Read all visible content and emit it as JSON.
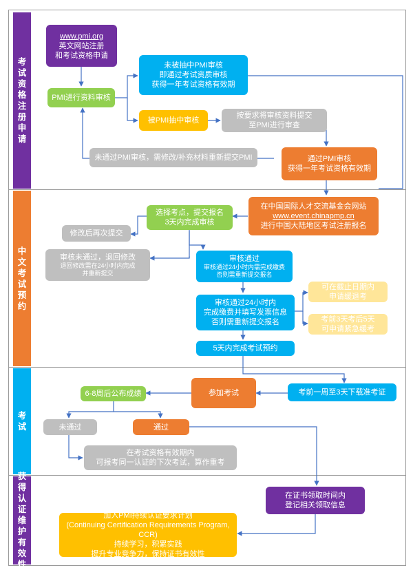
{
  "colors": {
    "purple": "#7030a0",
    "blue": "#00b0f0",
    "green": "#92d050",
    "yellow": "#ffc000",
    "gray": "#bfbfbf",
    "orange": "#ed7d31",
    "light_yellow": "#ffe699",
    "line": "#4472c4"
  },
  "bands": [
    {
      "label": "考试资格注册申请"
    },
    {
      "label": "中文考试预约"
    },
    {
      "label": "考试"
    },
    {
      "label": "获得认证维护有效性"
    }
  ],
  "nodes": {
    "pmi_org": {
      "line1": "www.pmi.org",
      "line2": "英文网站注册",
      "line3": "和考试资格申请"
    },
    "pmi_review": {
      "text": "PMI进行资料审核"
    },
    "not_audited": {
      "line1": "未被抽中PMI审核",
      "line2": "即通过考试资质审核",
      "line3": "获得一年考试资格有效期"
    },
    "audited": {
      "text": "被PMI抽中审核"
    },
    "submit_audit": {
      "line1": "按要求将审核资料提交",
      "line2": "至PMI进行审查"
    },
    "audit_failed": {
      "text": "未通过PMI审核，需修改/补充材料重新提交PMI"
    },
    "audit_passed": {
      "line1": "通过PMI审核",
      "line2": "获得一年考试资格有效期"
    },
    "register_cn": {
      "line1": "在中国国际人才交流基金会网站",
      "line2": "www.event.chinapmp.cn",
      "line3": "进行中国大陆地区考试注册报名"
    },
    "choose_site": {
      "line1": "选择考点，提交报名",
      "line2": "3天内完成审核"
    },
    "resubmit": {
      "text": "修改后再次提交"
    },
    "review_failed": {
      "line1": "审核未通过，退回修改",
      "line2": "退回修改需在24小时内完成",
      "line3": "并重新提交"
    },
    "review_passed": {
      "line1": "审核通过",
      "line2": "审核通过24小时内需完成缴费",
      "line3": "否则需重新提交报名"
    },
    "pay_invoice": {
      "line1": "审核通过24小时内",
      "line2": "完成缴费并填写发票信息",
      "line3": "否则需重新提交报名"
    },
    "refund": {
      "line1": "可在截止日期内",
      "line2": "申请缓退考"
    },
    "emergency": {
      "line1": "考前3天考后5天",
      "line2": "可申请紧急缓考"
    },
    "booking_done": {
      "text": "5天内完成考试预约"
    },
    "download_ticket": {
      "text": "考前一周至3天下载准考证"
    },
    "take_exam": {
      "text": "参加考试"
    },
    "results": {
      "text": "6-8周后公布成绩"
    },
    "failed": {
      "text": "未通过"
    },
    "passed": {
      "text": "通过"
    },
    "retake": {
      "line1": "在考试资格有效期内",
      "line2": "可报考同一认证的下次考试，算作重考"
    },
    "cert_collect": {
      "line1": "在证书领取时间内",
      "line2": "登记相关领取信息"
    },
    "ccr": {
      "line1": "加入PMI持续认证要求计划",
      "line2": "(Continuing Certification Requirements Program, CCR)",
      "line3": "持续学习，积累实践",
      "line4": "提升专业竞争力，保持证书有效性"
    }
  }
}
